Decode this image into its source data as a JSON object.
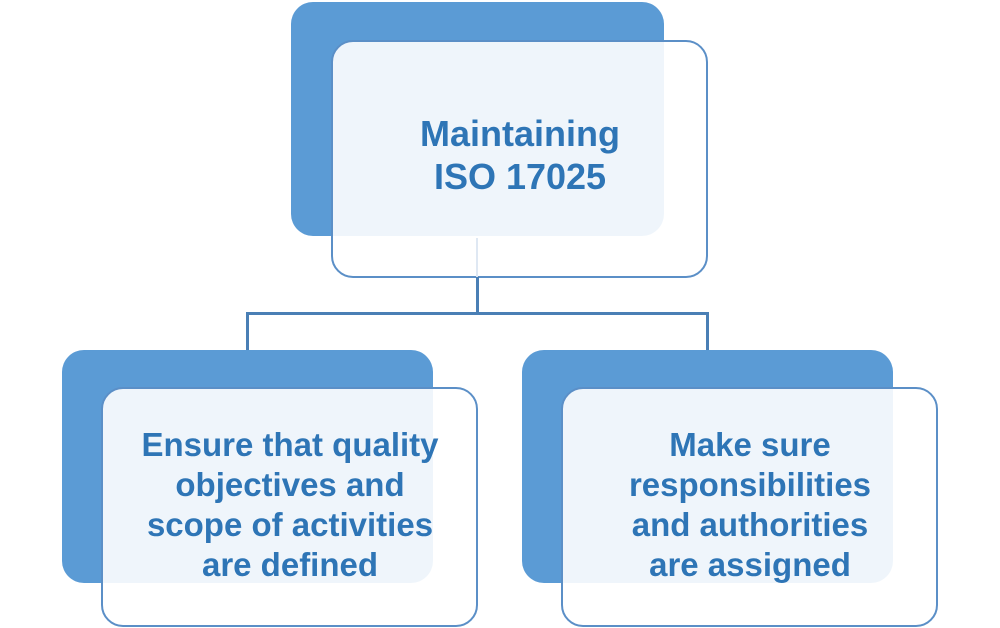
{
  "diagram": {
    "type": "hierarchy",
    "colors": {
      "back_box": "#5b9bd5",
      "front_border": "#5b8fc7",
      "text": "#2e75b6",
      "connector": "#4a7fb5"
    },
    "root": {
      "label": "Maintaining ISO 17025",
      "line1": "Maintaining",
      "line2": "ISO 17025"
    },
    "children": [
      {
        "label": "Ensure that quality objectives and scope of activities are defined",
        "lines": [
          "Ensure that quality",
          "objectives and",
          "scope of activities",
          "are defined"
        ]
      },
      {
        "label": "Make sure responsibilities and authorities are assigned",
        "lines": [
          "Make sure",
          "responsibilities",
          "and authorities",
          "are assigned"
        ]
      }
    ]
  }
}
